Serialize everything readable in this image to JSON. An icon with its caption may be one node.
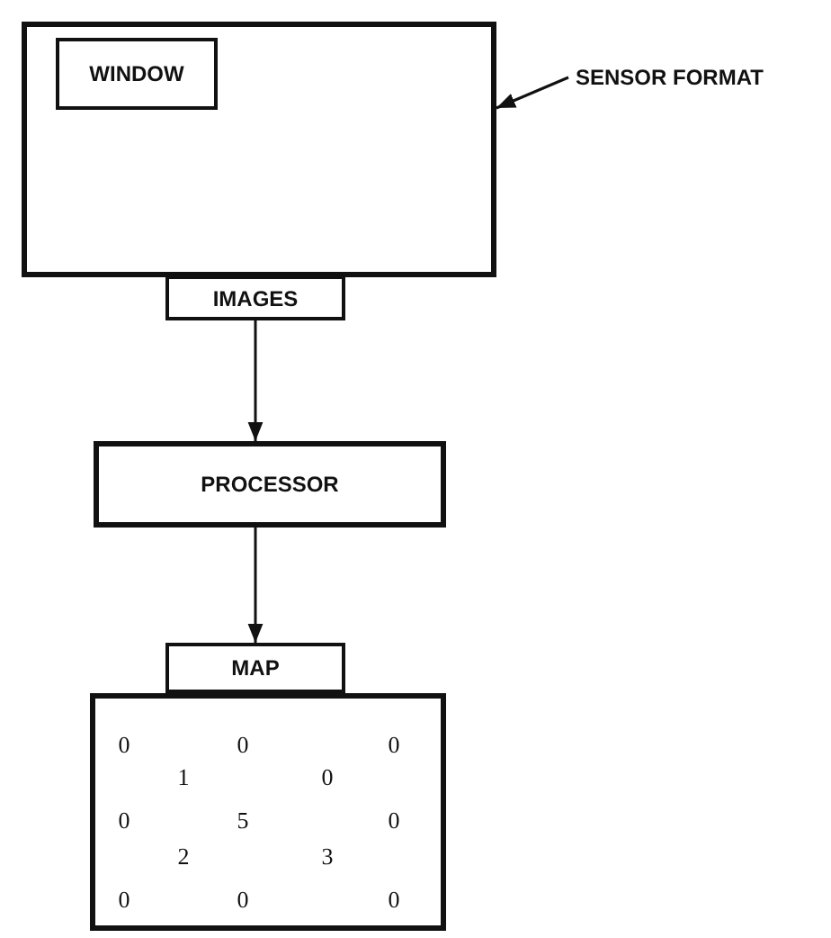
{
  "diagram": {
    "nodes": [
      {
        "text": [],
        "shape": "box"
      },
      {
        "text": [
          "WINDOW"
        ],
        "in": 0
      },
      {
        "text": [
          "SENSOR FORMAT"
        ]
      },
      {
        "text": [
          "IMAGES"
        ]
      },
      {
        "text": [
          "PROCESSOR"
        ]
      },
      {
        "text": [
          "MAP"
        ]
      },
      {
        "text": [],
        "shape": "box"
      }
    ],
    "edges": [
      {
        "from": 2,
        "to": 0,
        "arrow": "to"
      },
      {
        "from": 3,
        "to": 4,
        "arrow": "to"
      },
      {
        "from": 4,
        "to": 5,
        "arrow": "to"
      }
    ],
    "labels": [
      "0",
      "0",
      "0",
      "1",
      "0",
      "0",
      "5",
      "0",
      "2",
      "3",
      "0",
      "0",
      "0"
    ]
  }
}
